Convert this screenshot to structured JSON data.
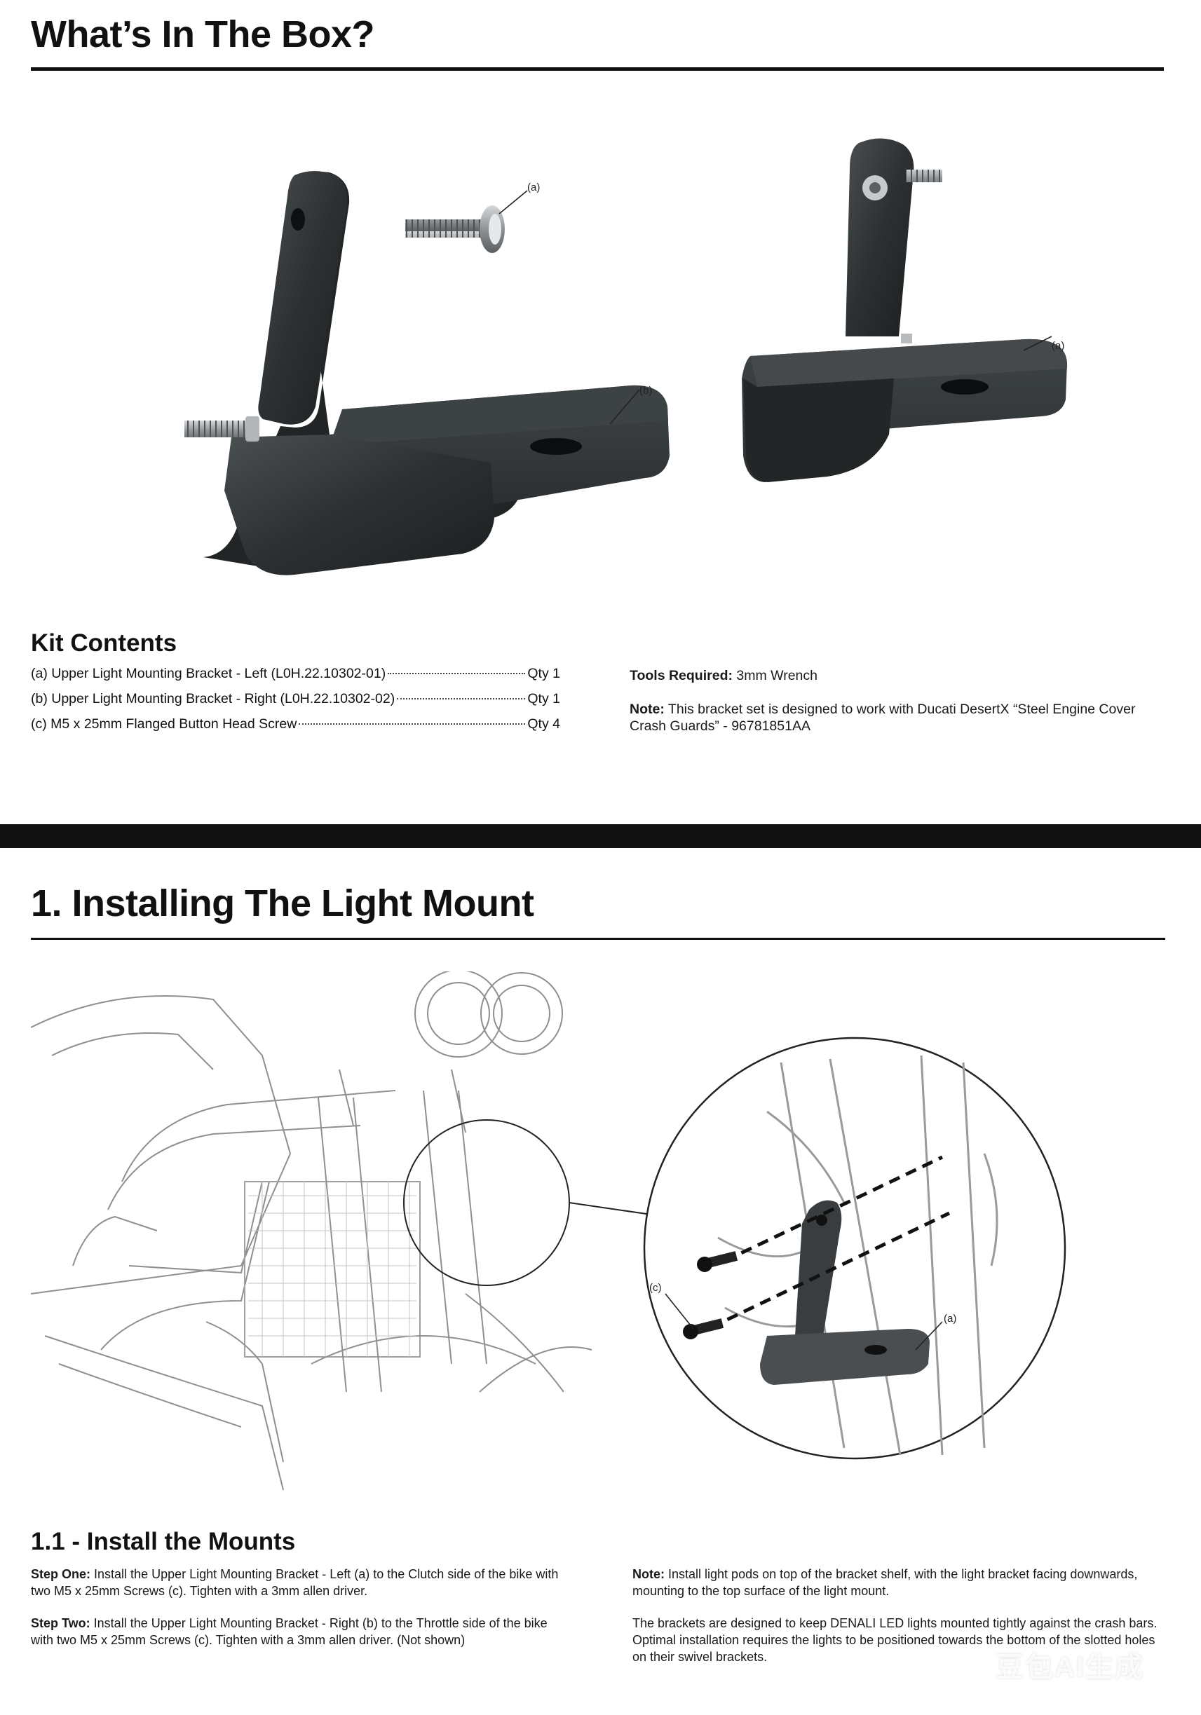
{
  "box": {
    "title": "What’s In The Box?",
    "callouts": {
      "a1": "(a)",
      "b": "(b)",
      "a2": "(a)"
    }
  },
  "kit": {
    "heading": "Kit Contents",
    "items": [
      {
        "label": "(a) Upper Light Mounting Bracket - Left (L0H.22.10302-01)",
        "qty": "Qty 1"
      },
      {
        "label": "(b) Upper Light Mounting Bracket - Right (L0H.22.10302-02)",
        "qty": "Qty 1"
      },
      {
        "label": "(c) M5 x 25mm Flanged Button Head Screw",
        "qty": "Qty 4"
      }
    ],
    "tools_label": "Tools Required:",
    "tools_value": "3mm Wrench",
    "note_label": "Note:",
    "note_text": "This bracket set is designed to work with Ducati DesertX “Steel Engine Cover Crash Guards” - 96781851AA"
  },
  "section1": {
    "title": "1. Installing The Light Mount",
    "callouts": {
      "c": "(c)",
      "a": "(a)"
    },
    "sub": {
      "heading": "1.1 - Install the Mounts",
      "step1_label": "Step One:",
      "step1_text": "Install the Upper Light Mounting Bracket - Left (a) to the Clutch side of the bike with two M5 x 25mm Screws (c). Tighten with a 3mm allen driver.",
      "step2_label": "Step Two:",
      "step2_text": "Install the Upper Light Mounting Bracket - Right (b) to the Throttle side of the bike with two M5 x 25mm Screws (c). Tighten with a 3mm allen driver. (Not shown)",
      "note1_label": "Note:",
      "note1_text": "Install light pods on top of the bracket shelf, with the light bracket facing downwards, mounting to the top surface of the light mount.",
      "note2_text": "The brackets are designed to keep DENALI LED lights mounted tightly against the crash bars. Optimal installation requires the lights to be positioned towards the bottom of the slotted holes on their swivel brackets."
    }
  },
  "watermark": "豆包AI生成",
  "colors": {
    "ink": "#111111",
    "bracket": "#2a2d2e",
    "bracket_hi": "#3c4042",
    "sketch": "#9a9a9a"
  }
}
